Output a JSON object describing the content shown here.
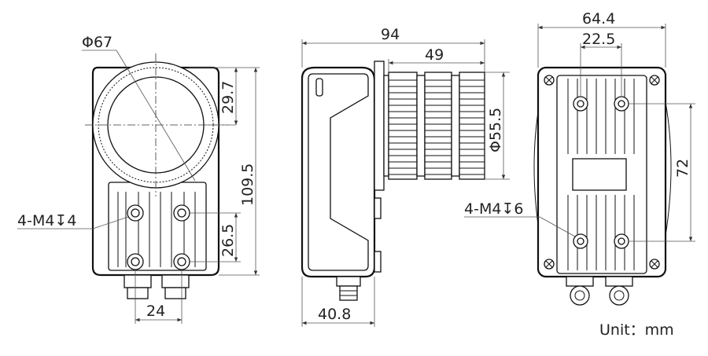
{
  "front_view": {
    "dim_diameter": "Φ67",
    "dim_top_offset": "29.7",
    "dim_height": "109.5",
    "dim_hole_spacing_v": "26.5",
    "dim_hole_spacing_h": "24",
    "hole_callout": "4-M4↧4"
  },
  "side_view": {
    "dim_total_length": "94",
    "dim_lens_length": "49",
    "dim_lens_diameter": "Φ55.5",
    "dim_body_depth": "40.8"
  },
  "back_view": {
    "dim_width": "64.4",
    "dim_hole_spacing_h": "22.5",
    "dim_hole_spacing_v": "72",
    "hole_callout": "4-M4↧6"
  },
  "unit_label": "Unit：mm",
  "colors": {
    "line": "#111111",
    "dimension": "#555555",
    "background": "#ffffff"
  }
}
